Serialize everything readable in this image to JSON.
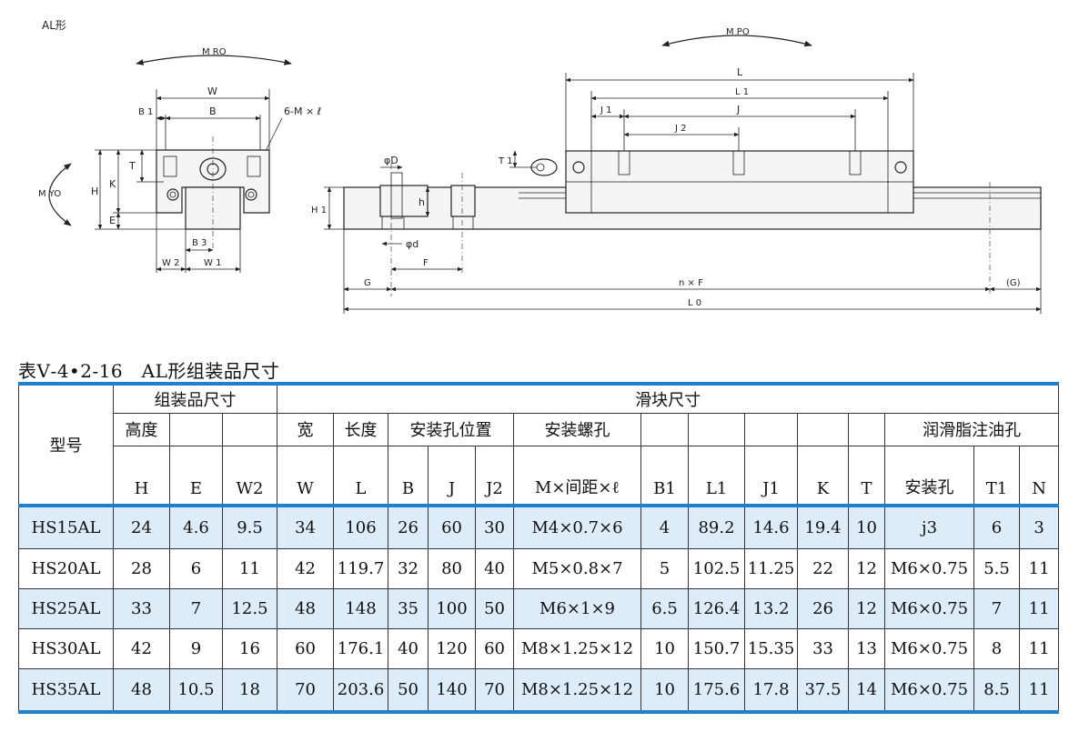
{
  "drawing": {
    "type_label": "AL形",
    "labels": {
      "mro": "M RO",
      "mpo": "M PO",
      "myo": "M YO",
      "w": "W",
      "b": "B",
      "b1": "B 1",
      "screw": "6-M × ℓ",
      "t": "T",
      "h": "H",
      "k": "K",
      "e": "E",
      "b3": "B 3",
      "w2": "W 2",
      "w1": "W 1",
      "phi_d_upper": "φD",
      "phi_d_lower": "φd",
      "h_small": "h",
      "h1": "H 1",
      "f": "F",
      "g": "G",
      "nxf": "n × F",
      "g_paren": "(G)",
      "l0": "L 0",
      "l": "L",
      "l1": "L 1",
      "j1": "J 1",
      "j": "J",
      "j2": "J 2",
      "t1": "T 1"
    }
  },
  "caption": "表Ⅴ-4•2-16　AL形组装品尺寸",
  "table": {
    "header": {
      "model": "型号",
      "assembly_group": "组装品尺寸",
      "block_group": "滑块尺寸",
      "height": "高度",
      "width": "宽",
      "length": "长度",
      "mount_pos": "安装孔位置",
      "mount_screw": "安装螺孔",
      "lube": "润滑脂注油孔",
      "H": "H",
      "E": "E",
      "W2": "W2",
      "W": "W",
      "L": "L",
      "B": "B",
      "J": "J",
      "J2": "J2",
      "MxPitch": "M×间距×ℓ",
      "B1": "B1",
      "L1": "L1",
      "J1": "J1",
      "K": "K",
      "T": "T",
      "lube_hole": "安装孔",
      "T1": "T1",
      "N": "N"
    },
    "rows": [
      {
        "model": "HS15AL",
        "H": "24",
        "E": "4.6",
        "W2": "9.5",
        "W": "34",
        "L": "106",
        "B": "26",
        "J": "60",
        "J2": "30",
        "M": "M4×0.7×6",
        "B1": "4",
        "L1": "89.2",
        "J1": "14.6",
        "K": "19.4",
        "T": "10",
        "hole": "j3",
        "T1": "6",
        "N": "3"
      },
      {
        "model": "HS20AL",
        "H": "28",
        "E": "6",
        "W2": "11",
        "W": "42",
        "L": "119.7",
        "B": "32",
        "J": "80",
        "J2": "40",
        "M": "M5×0.8×7",
        "B1": "5",
        "L1": "102.5",
        "J1": "11.25",
        "K": "22",
        "T": "12",
        "hole": "M6×0.75",
        "T1": "5.5",
        "N": "11"
      },
      {
        "model": "HS25AL",
        "H": "33",
        "E": "7",
        "W2": "12.5",
        "W": "48",
        "L": "148",
        "B": "35",
        "J": "100",
        "J2": "50",
        "M": "M6×1×9",
        "B1": "6.5",
        "L1": "126.4",
        "J1": "13.2",
        "K": "26",
        "T": "12",
        "hole": "M6×0.75",
        "T1": "7",
        "N": "11"
      },
      {
        "model": "HS30AL",
        "H": "42",
        "E": "9",
        "W2": "16",
        "W": "60",
        "L": "176.1",
        "B": "40",
        "J": "120",
        "J2": "60",
        "M": "M8×1.25×12",
        "B1": "10",
        "L1": "150.7",
        "J1": "15.35",
        "K": "33",
        "T": "13",
        "hole": "M6×0.75",
        "T1": "8",
        "N": "11"
      },
      {
        "model": "HS35AL",
        "H": "48",
        "E": "10.5",
        "W2": "18",
        "W": "70",
        "L": "203.6",
        "B": "50",
        "J": "140",
        "J2": "70",
        "M": "M8×1.25×12",
        "B1": "10",
        "L1": "175.6",
        "J1": "17.8",
        "K": "37.5",
        "T": "14",
        "hole": "M6×0.75",
        "T1": "8.5",
        "N": "11"
      }
    ]
  }
}
